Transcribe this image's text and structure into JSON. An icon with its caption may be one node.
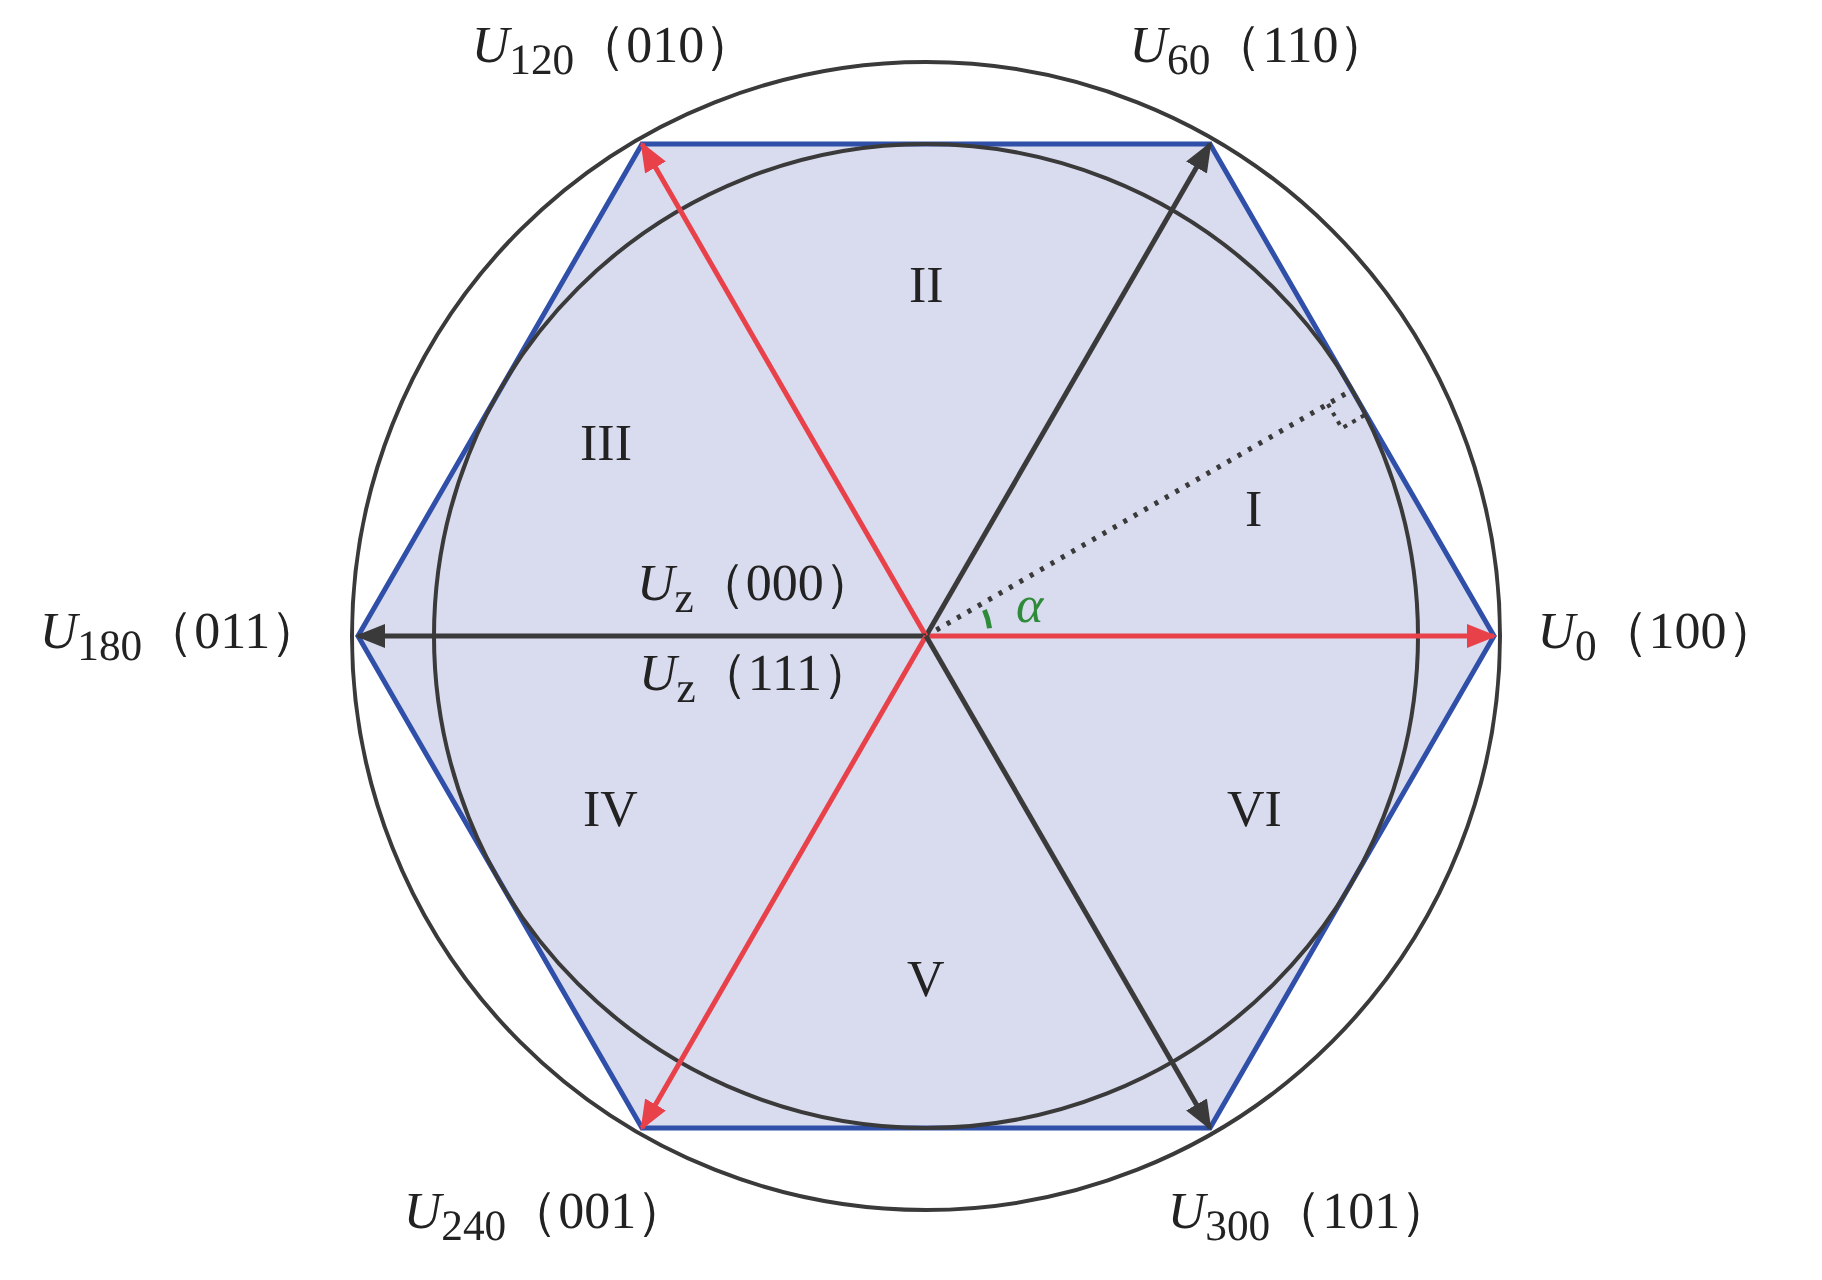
{
  "diagram": {
    "nodes": [
      {
        "text": [
          "U$_{120}$（010）"
        ]
      },
      {
        "text": [
          "U$_{60}$（110）"
        ]
      },
      {
        "text": [
          "U$_{180}$（011）"
        ]
      },
      {
        "text": [
          "U$_{0}$（100）"
        ]
      },
      {
        "text": [
          "U$_{240}$（001）"
        ]
      },
      {
        "text": [
          "U$_{300}$（101）"
        ]
      }
    ],
    "edges": [
      {
        "from": null,
        "to": 3,
        "arrow": "to",
        "color": "#e8414a"
      },
      {
        "from": null,
        "to": 1,
        "arrow": "to",
        "color": "#3a3a3a"
      },
      {
        "from": null,
        "to": 0,
        "arrow": "to",
        "color": "#e8414a"
      },
      {
        "from": null,
        "to": 2,
        "arrow": "to",
        "color": "#3a3a3a"
      },
      {
        "from": null,
        "to": 4,
        "arrow": "to",
        "color": "#e8414a"
      },
      {
        "from": null,
        "to": 5,
        "arrow": "to",
        "color": "#3a3a3a"
      }
    ],
    "labels": [
      "II",
      "III",
      "I",
      "U$_{z}$（000）",
      "α",
      "U$_{z}$（111）",
      "IV",
      "VI",
      "V"
    ]
  }
}
